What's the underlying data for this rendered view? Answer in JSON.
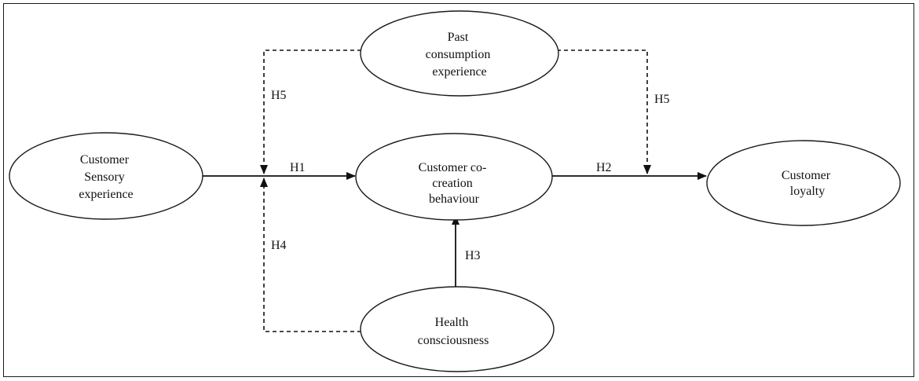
{
  "nodes": {
    "sensory": {
      "lines": [
        "Customer",
        "Sensory",
        "experience"
      ]
    },
    "past": {
      "lines": [
        "Past",
        "consumption",
        "experience"
      ]
    },
    "cocreation": {
      "lines": [
        "Customer co-",
        "creation",
        "behaviour"
      ]
    },
    "loyalty": {
      "lines": [
        "Customer",
        "loyalty"
      ]
    },
    "health": {
      "lines": [
        "Health",
        "consciousness"
      ]
    }
  },
  "edges": {
    "h1": "H1",
    "h2": "H2",
    "h3": "H3",
    "h4": "H4",
    "h5_left": "H5",
    "h5_right": "H5"
  }
}
